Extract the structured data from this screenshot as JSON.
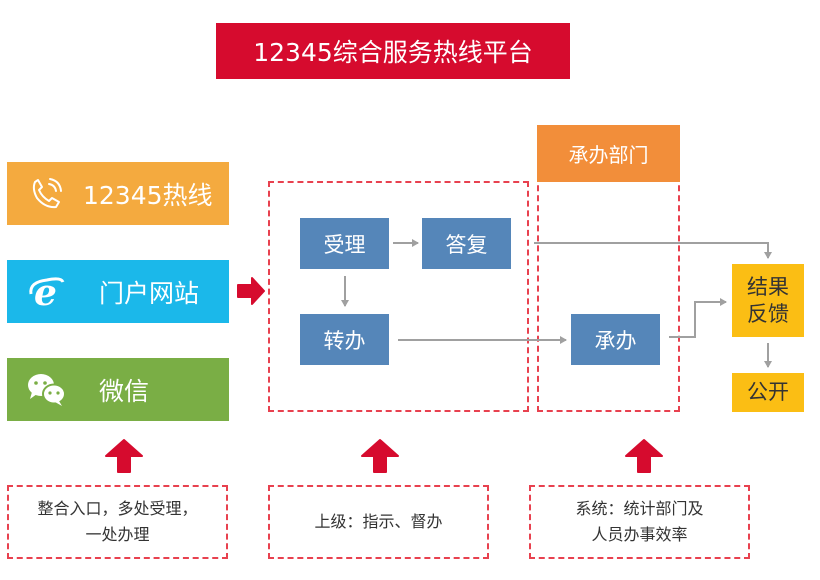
{
  "title": "12345综合服务热线平台",
  "channels": [
    {
      "label": "12345热线",
      "icon": "phone-icon",
      "color": "#f4aa3f"
    },
    {
      "label": "门户网站",
      "icon": "internet-explorer-icon",
      "color": "#1bb8ea"
    },
    {
      "label": "微信",
      "icon": "wechat-icon",
      "color": "#7aae45"
    }
  ],
  "process": {
    "accept": "受理",
    "reply": "答复",
    "transfer": "转办"
  },
  "department": {
    "header": "承办部门",
    "handle": "承办"
  },
  "results": {
    "feedback": "结果反馈",
    "feedback_line1": "结果",
    "feedback_line2": "反馈",
    "public": "公开"
  },
  "notes": [
    {
      "line1": "整合入口，多处受理，",
      "line2": "一处办理"
    },
    {
      "line1": "上级：指示、督办",
      "line2": ""
    },
    {
      "line1": "系统：统计部门及",
      "line2": "人员办事效率"
    }
  ],
  "colors": {
    "title_bg": "#d60b2e",
    "process_box": "#5586b9",
    "department_header": "#f28e3a",
    "result_box": "#fbbe14",
    "dashed_border": "#e8414f",
    "arrow_red": "#d60b2e",
    "connector_gray": "#a0a0a0"
  }
}
